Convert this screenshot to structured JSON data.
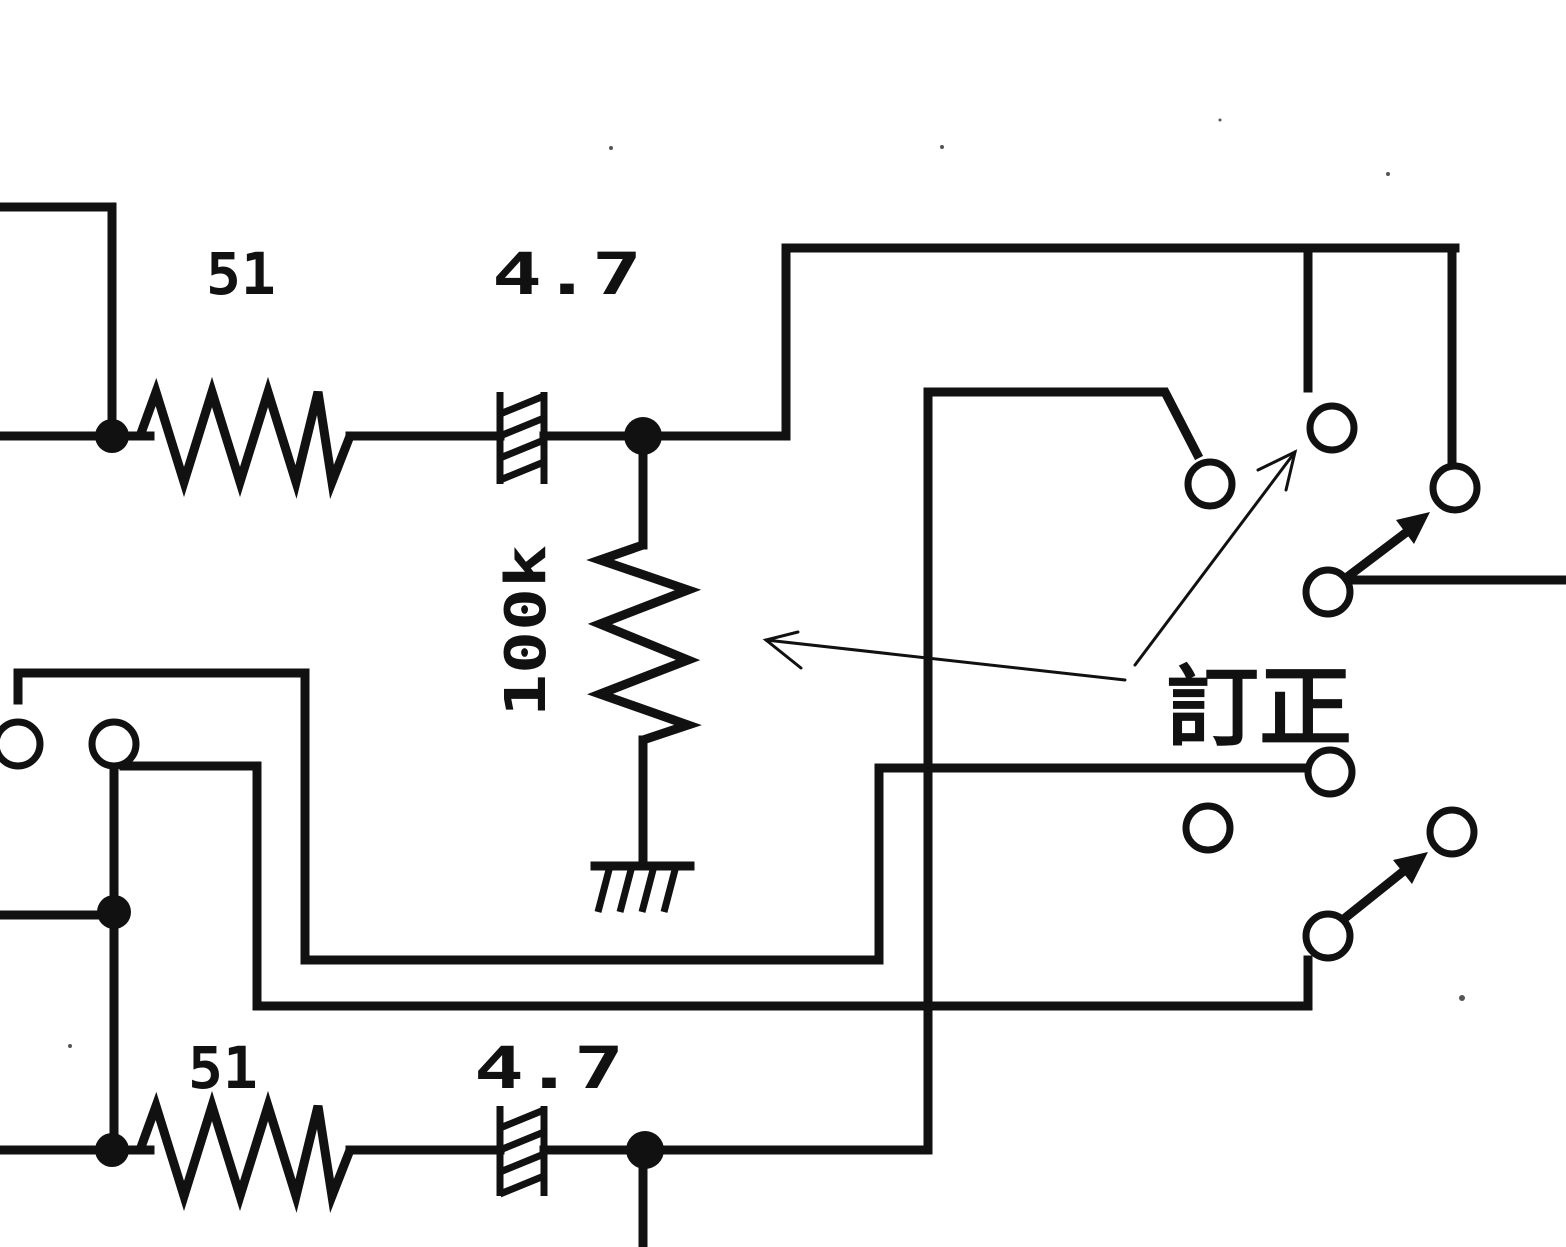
{
  "labels": {
    "r_top": "51",
    "r_bottom": "51",
    "c_top": "4.7",
    "c_bottom": "4.7",
    "pot": "100k",
    "correction": "訂正"
  },
  "colors": {
    "ink": "#111111",
    "paper": "#ffffff"
  }
}
